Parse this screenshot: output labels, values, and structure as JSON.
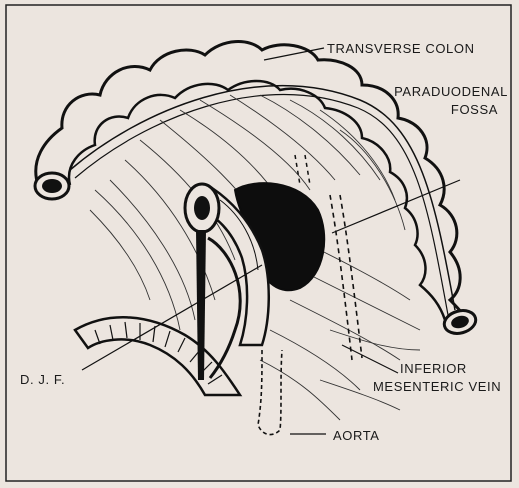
{
  "labels": {
    "transverse_colon": "TRANSVERSE COLON",
    "paraduodenal_line1": "PARADUODENAL",
    "paraduodenal_line2": "FOSSA",
    "djf": "D. J. F.",
    "inferior_line1": "INFERIOR",
    "inferior_line2": "MESENTERIC VEIN",
    "aorta": "AORTA"
  },
  "colors": {
    "paper": "#ece5df",
    "ink": "#111111"
  }
}
